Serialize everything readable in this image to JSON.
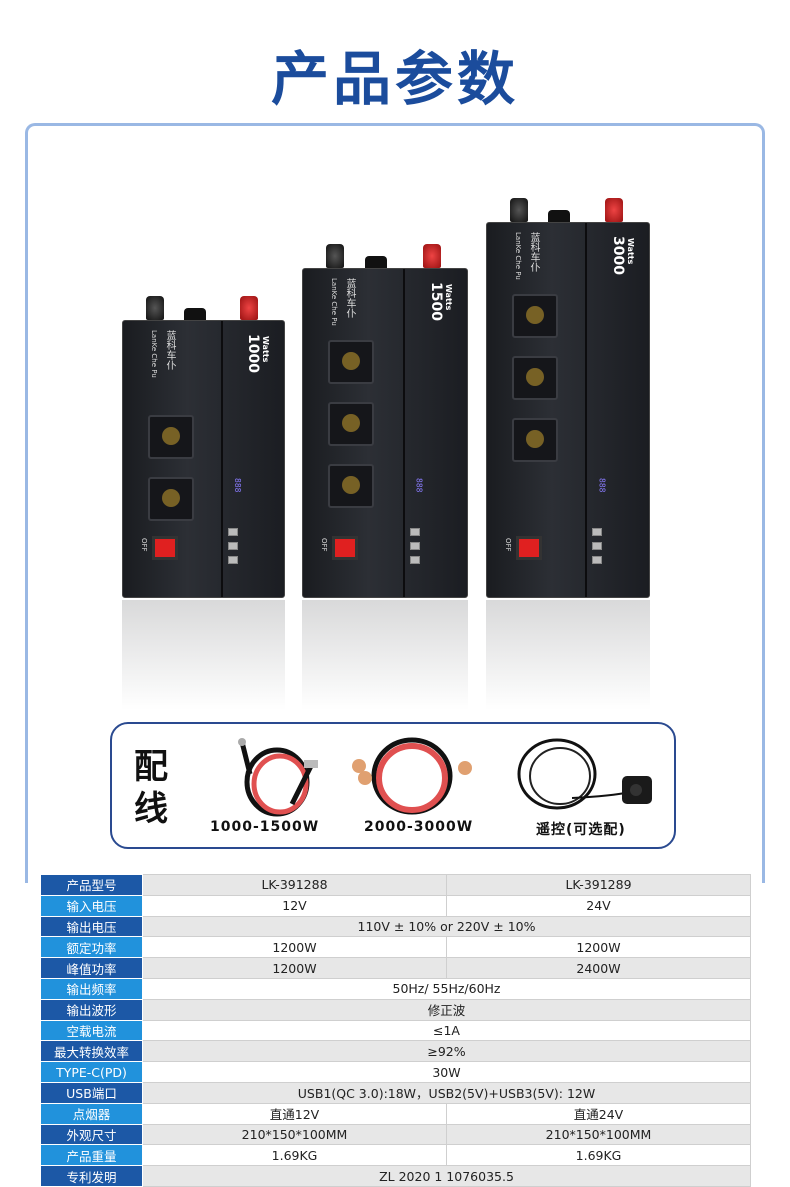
{
  "title": "产品参数",
  "products": [
    {
      "watts": "1000",
      "unit": "Watts",
      "brand": "蓝科车仆",
      "brand_en": "LanKe Che Pu",
      "display": "888",
      "switch_label": "OFF"
    },
    {
      "watts": "1500",
      "unit": "Watts",
      "brand": "蓝科车仆",
      "brand_en": "LanKe Che Pu",
      "display": "888",
      "switch_label": "OFF"
    },
    {
      "watts": "3000",
      "unit": "Watts",
      "brand": "蓝科车仆",
      "brand_en": "LanKe Che Pu",
      "display": "888",
      "switch_label": "OFF"
    }
  ],
  "accessories": {
    "title": "配线",
    "items": [
      "1000-1500W",
      "2000-3000W",
      "遥控(可选配)"
    ]
  },
  "specs": [
    {
      "label": "产品型号",
      "values": [
        "LK-391288",
        "LK-391289"
      ]
    },
    {
      "label": "输入电压",
      "values": [
        "12V",
        "24V"
      ]
    },
    {
      "label": "输出电压",
      "values": [
        "110V ± 10% or 220V ± 10%"
      ]
    },
    {
      "label": "额定功率",
      "values": [
        "1200W",
        "1200W"
      ]
    },
    {
      "label": "峰值功率",
      "values": [
        "1200W",
        "2400W"
      ]
    },
    {
      "label": "输出频率",
      "values": [
        "50Hz/ 55Hz/60Hz"
      ]
    },
    {
      "label": "输出波形",
      "values": [
        "修正波"
      ]
    },
    {
      "label": "空载电流",
      "values": [
        "≤1A"
      ]
    },
    {
      "label": "最大转换效率",
      "values": [
        "≥92%"
      ]
    },
    {
      "label": "TYPE-C(PD)",
      "values": [
        "30W"
      ]
    },
    {
      "label": "USB端口",
      "values": [
        "USB1(QC 3.0):18W，USB2(5V)+USB3(5V): 12W"
      ]
    },
    {
      "label": "点烟器",
      "values": [
        "直通12V",
        "直通24V"
      ]
    },
    {
      "label": "外观尺寸",
      "values": [
        "210*150*100MM",
        "210*150*100MM"
      ]
    },
    {
      "label": "产品重量",
      "values": [
        "1.69KG",
        "1.69KG"
      ]
    },
    {
      "label": "专利发明",
      "values": [
        "ZL 2020 1 1076035.5"
      ]
    }
  ]
}
